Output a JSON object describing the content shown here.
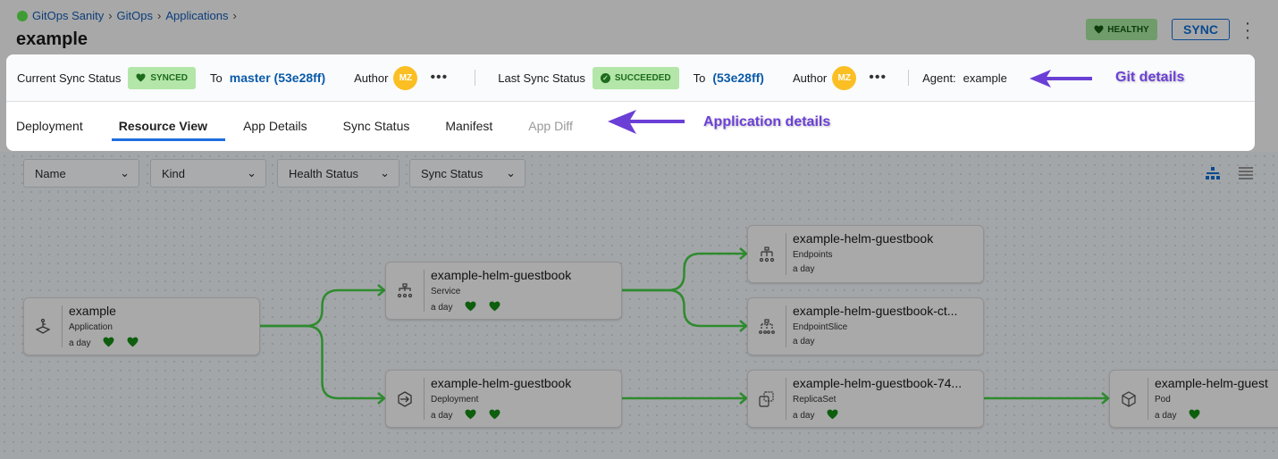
{
  "breadcrumbs": [
    "GitOps Sanity",
    "GitOps",
    "Applications"
  ],
  "title": "example",
  "header": {
    "health": "HEALTHY",
    "sync_button": "SYNC"
  },
  "git": {
    "current_label": "Current Sync Status",
    "current_status": "SYNCED",
    "to1": "To",
    "current_rev": "master (53e28ff)",
    "author1": "Author",
    "avatar1": "MZ",
    "last_label": "Last Sync Status",
    "last_status": "SUCCEEDED",
    "to2": "To",
    "last_rev": "(53e28ff)",
    "author2": "Author",
    "avatar2": "MZ",
    "agent_label": "Agent:",
    "agent": "example"
  },
  "tabs": [
    {
      "label": "Deployment"
    },
    {
      "label": "Resource View"
    },
    {
      "label": "App Details"
    },
    {
      "label": "Sync Status"
    },
    {
      "label": "Manifest"
    },
    {
      "label": "App Diff"
    }
  ],
  "annotations": {
    "git": "Git details",
    "app": "Application details"
  },
  "filters": [
    "Name",
    "Kind",
    "Health Status",
    "Sync Status"
  ],
  "nodes": [
    {
      "name": "example",
      "kind": "Application",
      "age": "a day",
      "icon": "application-icon",
      "hearts": 2
    },
    {
      "name": "example-helm-guestbook",
      "kind": "Service",
      "age": "a day",
      "icon": "service-icon",
      "hearts": 2
    },
    {
      "name": "example-helm-guestbook",
      "kind": "Deployment",
      "age": "a day",
      "icon": "deployment-icon",
      "hearts": 2
    },
    {
      "name": "example-helm-guestbook",
      "kind": "Endpoints",
      "age": "a day",
      "icon": "endpoints-icon",
      "hearts": 0
    },
    {
      "name": "example-helm-guestbook-ct...",
      "kind": "EndpointSlice",
      "age": "a day",
      "icon": "endpointslice-icon",
      "hearts": 0
    },
    {
      "name": "example-helm-guestbook-74...",
      "kind": "ReplicaSet",
      "age": "a day",
      "icon": "replicaset-icon",
      "hearts": 1
    },
    {
      "name": "example-helm-guest",
      "kind": "Pod",
      "age": "a day",
      "icon": "pod-icon",
      "hearts": 1
    }
  ],
  "colors": {
    "healthy": "#0d5e0d",
    "edge": "#2e8b2e",
    "accent": "#1d6ee0",
    "annotation": "#6b3fd6"
  }
}
